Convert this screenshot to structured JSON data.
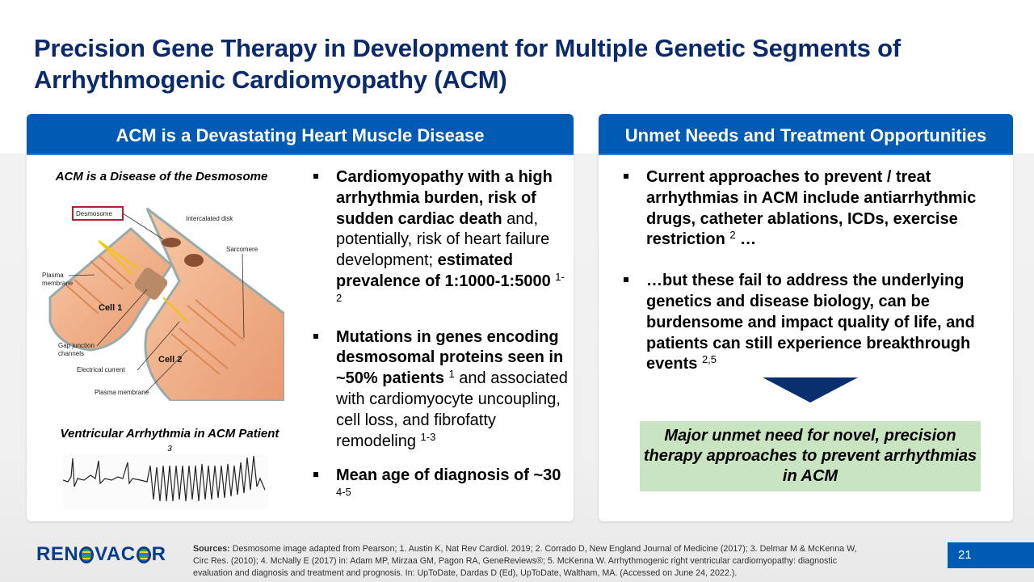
{
  "slide": {
    "title": "Precision Gene Therapy in Development for Multiple Genetic Segments of Arrhythmogenic Cardiomyopathy (ACM)",
    "page_number": "21"
  },
  "left_panel": {
    "header": "ACM is a Devastating Heart Muscle Disease",
    "diagram_caption": "ACM is a Disease of the Desmosome",
    "diagram_labels": {
      "desmosome": "Desmosome",
      "intercalated_disk": "Intercalated disk",
      "sarcomere": "Sarcomere",
      "plasma_membrane_left_1": "Plasma",
      "plasma_membrane_left_2": "membrane",
      "cell1": "Cell 1",
      "cell2": "Cell 2",
      "gap_junction_1": "Gap junction",
      "gap_junction_2": "channels",
      "electrical_current": "Electrical current",
      "plasma_membrane_bottom": "Plasma membrane"
    },
    "ecg_caption": "Ventricular Arrhythmia in ACM Patient",
    "ecg_caption_ref": "3",
    "bullets": [
      {
        "bold1": "Cardiomyopathy with a high arrhythmia burden, risk of sudden cardiac death",
        "normal1": " and, potentially, risk of heart failure development; ",
        "bold2": "estimated prevalence of 1:1000-1:5000",
        "ref": "1-2"
      },
      {
        "bold1": "Mutations in genes encoding desmosomal proteins seen in ~50% patients",
        "ref1": "1",
        "normal1": " and associated with cardiomyocyte uncoupling, cell loss, and fibrofatty remodeling",
        "ref2": "1-3"
      },
      {
        "bold1": "Mean age of diagnosis of ~30",
        "ref": "4-5"
      }
    ]
  },
  "right_panel": {
    "header": "Unmet Needs and Treatment Opportunities",
    "bullets": [
      {
        "text": "Current approaches to prevent / treat arrhythmias in ACM include antiarrhythmic drugs, catheter ablations, ICDs, exercise restriction",
        "ref": "2",
        "suffix": " …"
      },
      {
        "text": "…but these fail to address the underlying genetics and disease biology, can be burdensome and impact quality of life, and patients can still experience breakthrough events",
        "ref": "2,5"
      }
    ],
    "conclusion": "Major unmet need for novel, precision therapy approaches to prevent arrhythmias in ACM"
  },
  "footer": {
    "logo_part1": "REN",
    "logo_part2": "VAC",
    "logo_part3": "R",
    "sources_label": "Sources:",
    "sources_text": " Desmosome image adapted from Pearson; 1. Austin K, Nat Rev Cardiol. 2019; 2. Corrado D, New England Journal of Medicine (2017); 3. Delmar M & McKenna W, Circ Res. (2010); 4. McNally E (2017) in: Adam MP, Mirzaa GM, Pagon RA, GeneReviews®; 5. McKenna W. Arrhythmogenic right ventricular cardiomyopathy: diagnostic evaluation and diagnosis and treatment and prognosis. In: UpToDate, Dardas D (Ed), UpToDate, Waltham, MA. (Accessed on June 24, 2022.)."
  },
  "colors": {
    "title": "#0a2a6b",
    "header_bg": "#005bb5",
    "arrow": "#0a2f6e",
    "conclusion_bg": "#c9e4c0",
    "desmosome_box": "#b0202a"
  }
}
